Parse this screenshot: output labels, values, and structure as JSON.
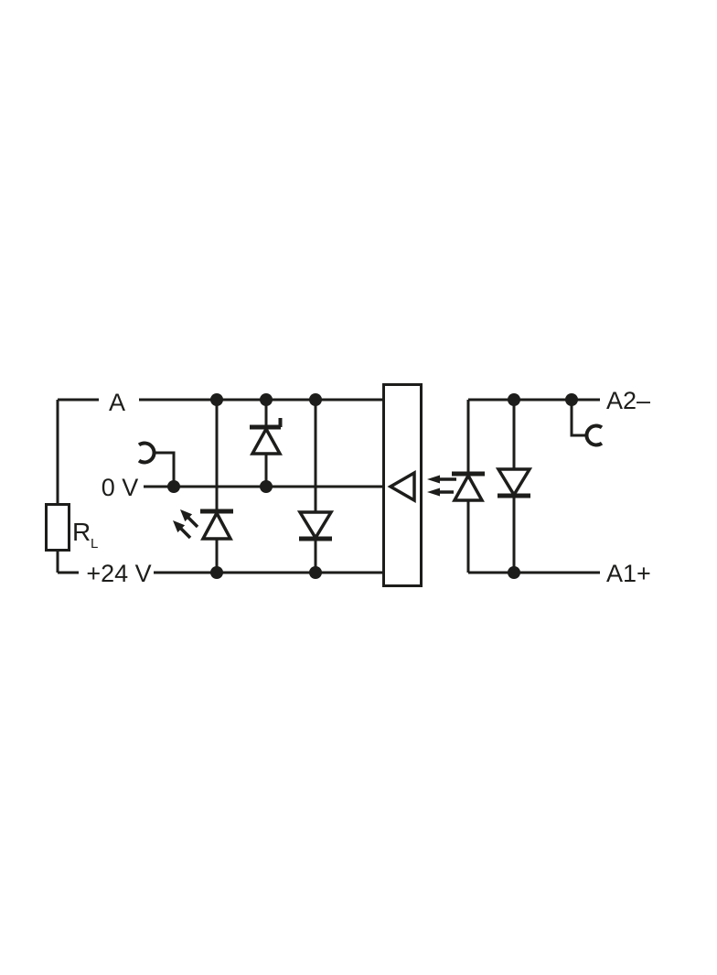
{
  "schematic": {
    "colors": {
      "line": "#1d1d1b",
      "background": "#ffffff"
    },
    "labels": {
      "terminal_a": "A",
      "terminal_0v": "0 V",
      "terminal_24v": "+24 V",
      "terminal_a2": "A2–",
      "terminal_a1": "A1+",
      "resistor": "R",
      "resistor_sub": "L"
    }
  }
}
